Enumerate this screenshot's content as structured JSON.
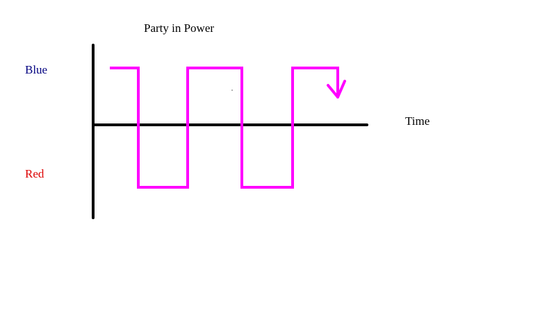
{
  "title": "Party in Power",
  "labels": {
    "blue": "Blue",
    "red": "Red",
    "time": "Time"
  },
  "colors": {
    "blue_label": "#000080",
    "red_label": "#dd0000",
    "axis": "#000000",
    "signal": "#ff00ff"
  },
  "chart_data": {
    "type": "line",
    "step": true,
    "levels": [
      "Blue",
      "Red"
    ],
    "sequence": [
      "Blue",
      "Red",
      "Blue",
      "Red",
      "Blue"
    ],
    "xlabel": "Time",
    "end_marker": "down-arrow"
  }
}
